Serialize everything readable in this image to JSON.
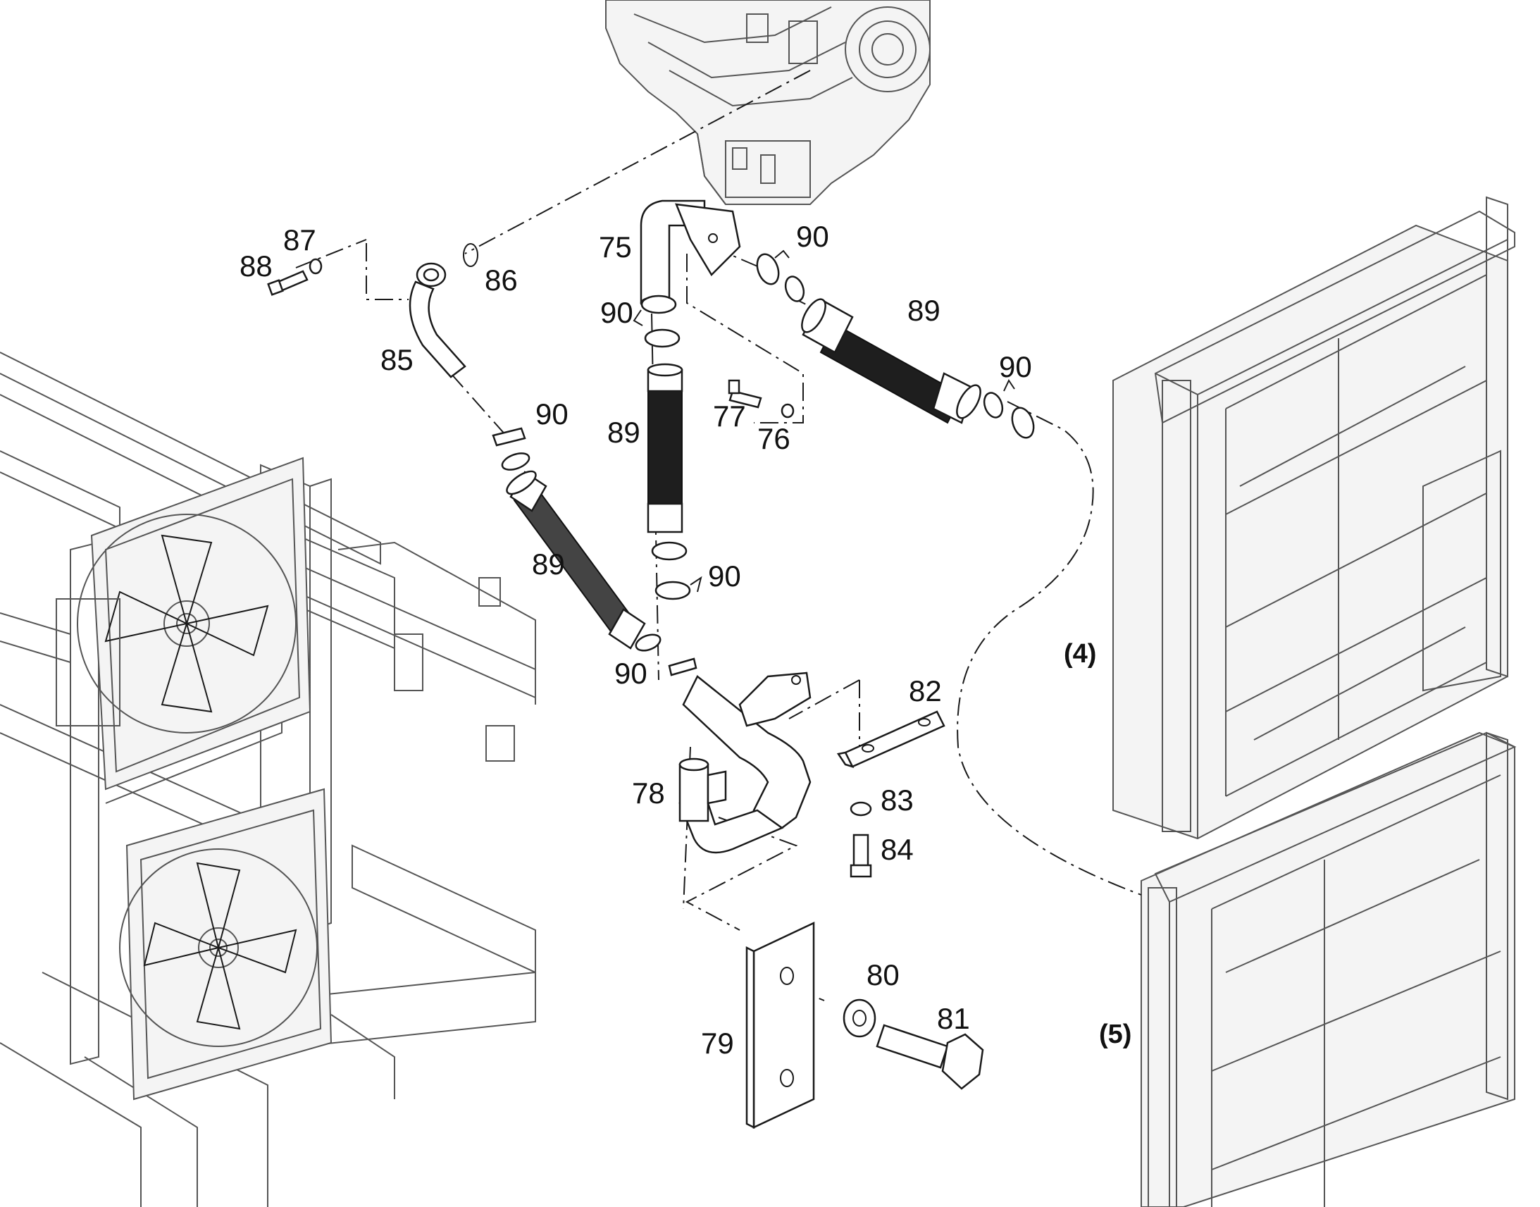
{
  "callouts": {
    "c75": "75",
    "c76": "76",
    "c77": "77",
    "c78": "78",
    "c79": "79",
    "c80": "80",
    "c81": "81",
    "c82": "82",
    "c83": "83",
    "c84": "84",
    "c85": "85",
    "c86": "86",
    "c87": "87",
    "c88": "88",
    "c89a": "89",
    "c89b": "89",
    "c89c": "89",
    "c90a": "90",
    "c90b": "90",
    "c90c": "90",
    "c90d": "90",
    "c90e": "90",
    "c90f": "90",
    "ref4": "(4)",
    "ref5": "(5)"
  }
}
